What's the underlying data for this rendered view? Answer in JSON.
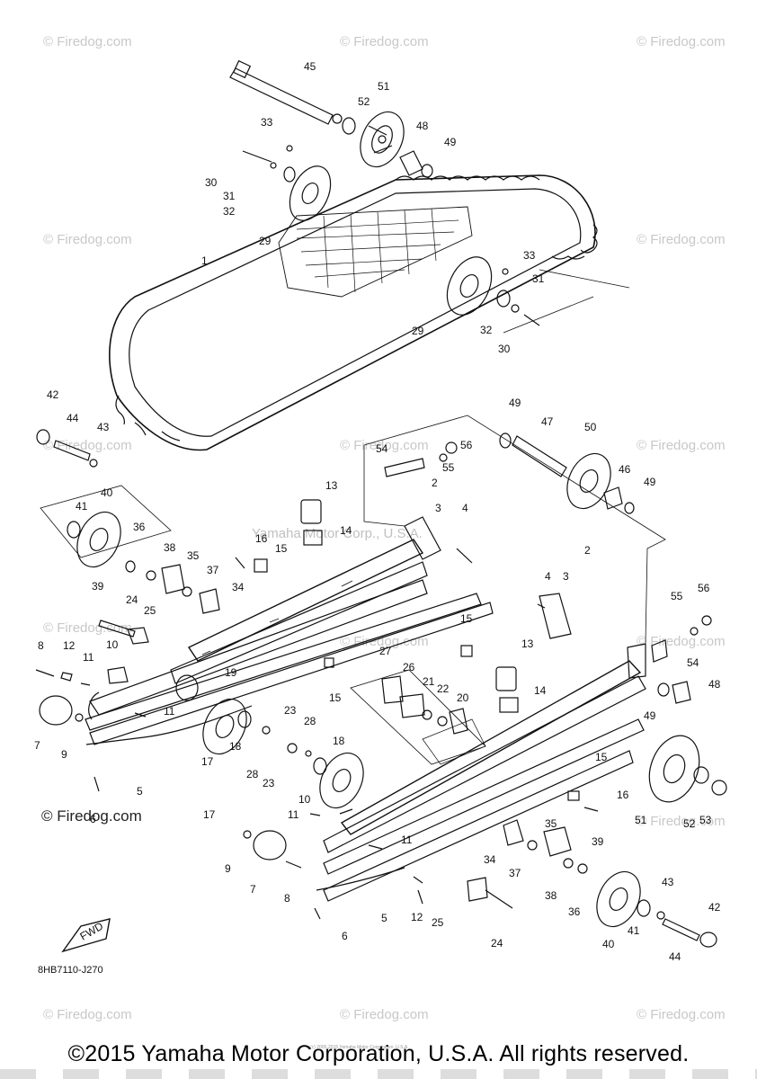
{
  "watermarks": {
    "brand": "© Firedog.com",
    "center": "Yamaha Motor Corp., U.S.A."
  },
  "diagram": {
    "code": "8HB7110-J270",
    "fwd_label": "FWD",
    "callouts": [
      "45",
      "51",
      "52",
      "48",
      "49",
      "33",
      "30",
      "31",
      "32",
      "29",
      "1",
      "33",
      "31",
      "29",
      "32",
      "30",
      "42",
      "44",
      "43",
      "40",
      "41",
      "36",
      "38",
      "35",
      "39",
      "37",
      "34",
      "24",
      "25",
      "13",
      "14",
      "16",
      "15",
      "2",
      "3",
      "4",
      "54",
      "56",
      "55",
      "49",
      "47",
      "50",
      "46",
      "49",
      "8",
      "12",
      "10",
      "11",
      "19",
      "7",
      "9",
      "11",
      "17",
      "18",
      "23",
      "28",
      "28",
      "23",
      "6",
      "5",
      "27",
      "26",
      "21",
      "22",
      "20",
      "15",
      "15",
      "13",
      "14",
      "2",
      "4",
      "3",
      "55",
      "56",
      "54",
      "48",
      "49",
      "17",
      "18",
      "10",
      "11",
      "11",
      "9",
      "7",
      "8",
      "6",
      "5",
      "12",
      "25",
      "24",
      "16",
      "15",
      "51",
      "52",
      "53",
      "34",
      "37",
      "35",
      "38",
      "39",
      "36",
      "43",
      "41",
      "40",
      "44",
      "42"
    ]
  },
  "footer": {
    "copyright": "©2015 Yamaha Motor Corporation, U.S.A. All rights reserved.",
    "micro_note": "(c) 2005-2015 Yamaha Motor Corporation, U.S.A."
  }
}
